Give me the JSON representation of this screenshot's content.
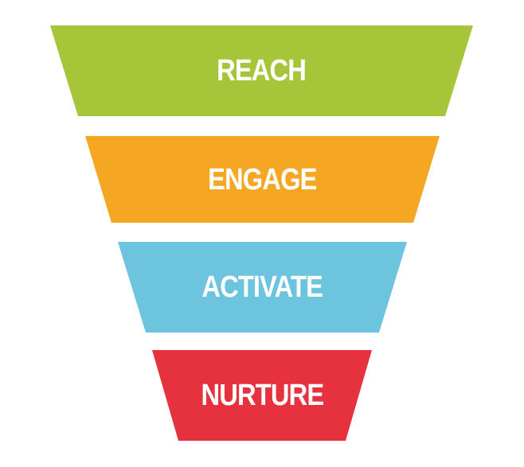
{
  "funnel": {
    "stages": [
      {
        "label": "REACH",
        "color": "#a7c539"
      },
      {
        "label": "ENGAGE",
        "color": "#f5a623"
      },
      {
        "label": "ACTIVATE",
        "color": "#6cc4df"
      },
      {
        "label": "NURTURE",
        "color": "#e5323e"
      }
    ]
  }
}
